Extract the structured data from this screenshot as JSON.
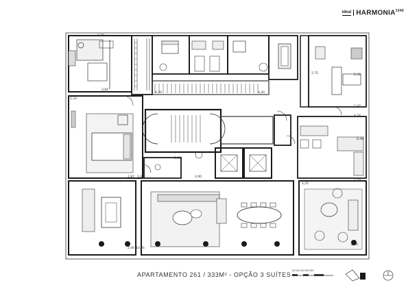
{
  "logo": {
    "brand": "ideal",
    "name": "HARMONIA",
    "number": "1040"
  },
  "caption": "APARTAMENTO 261 / 333M² - OPÇÃO 3 SUÍTES",
  "scale_labels": "50 100 150      200     300",
  "dimensions": {
    "d1": "2,70",
    "d2": "4,30",
    "d3": "4,30",
    "d4": "2,33",
    "d5": "3,84",
    "d6": "2,47",
    "d7": "2,42",
    "d8": "2,75",
    "d9": "4,74",
    "d10": "6,48",
    "d11": "2,87",
    "d12": "1,00",
    "d13": "2,90",
    "d14": "4,35",
    "d15": "7,50",
    "d16": "10,26",
    "d17": "2,40",
    "d18": "2,50",
    "d19": "2,90"
  },
  "colors": {
    "wall": "#1a1a1a",
    "line": "#333333",
    "shade": "#d9d9d9",
    "floor": "#eeeeee"
  }
}
